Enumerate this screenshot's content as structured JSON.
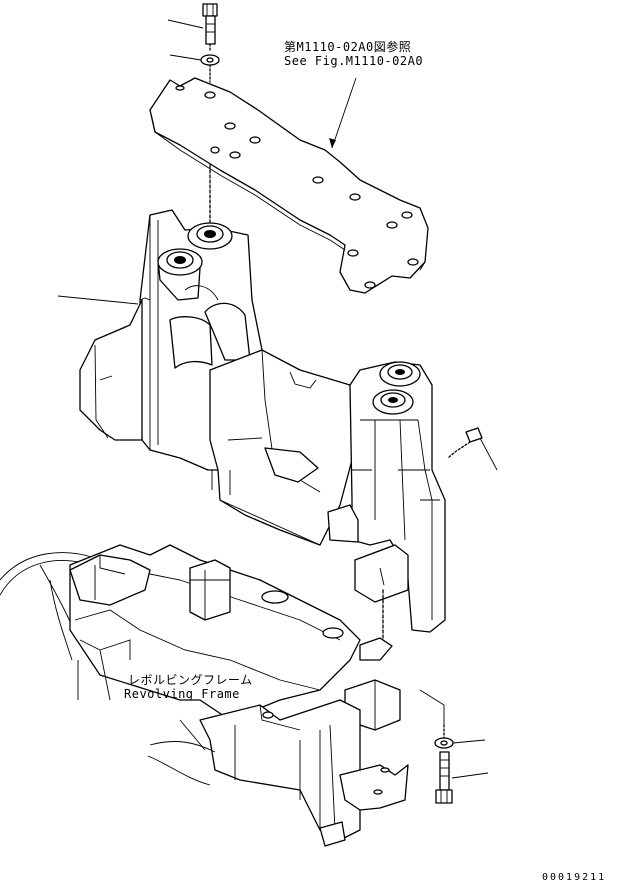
{
  "reference": {
    "jp": "第M1110-02A0図参照",
    "en": "See Fig.M1110-02A0"
  },
  "frame_label": {
    "jp": "レボルビングフレーム",
    "en": "Revolving Frame"
  },
  "drawing_number": "00019211"
}
